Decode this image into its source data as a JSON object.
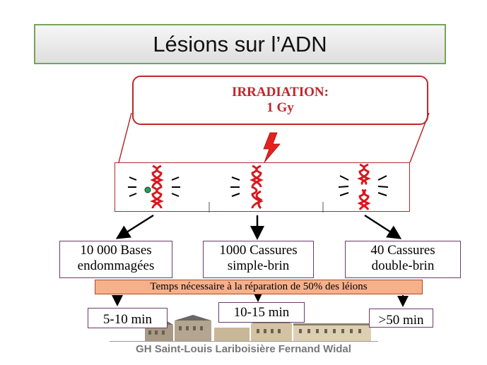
{
  "title": "Lésions sur l’ADN",
  "irradiation": {
    "line1": "IRRADIATION:",
    "line2": "1 Gy"
  },
  "lesions": [
    {
      "line1": "10 000 Bases",
      "line2": "endommagées"
    },
    {
      "line1": "1000 Cassures",
      "line2": "simple-brin"
    },
    {
      "line1": "40 Cassures",
      "line2": "double-brin"
    }
  ],
  "repair_banner": "Temps nécessaire à la réparation de 50% des léions",
  "times": [
    "5-10 min",
    "10-15 min",
    ">50 min"
  ],
  "footer": "GH Saint-Louis Lariboisière Fernand Widal",
  "colors": {
    "dna_red": "#d8171d",
    "accent_red": "#c0262c",
    "banner_fill": "#f6b08a",
    "title_border": "#76a35a",
    "base_marker": "#2e9b5a"
  }
}
